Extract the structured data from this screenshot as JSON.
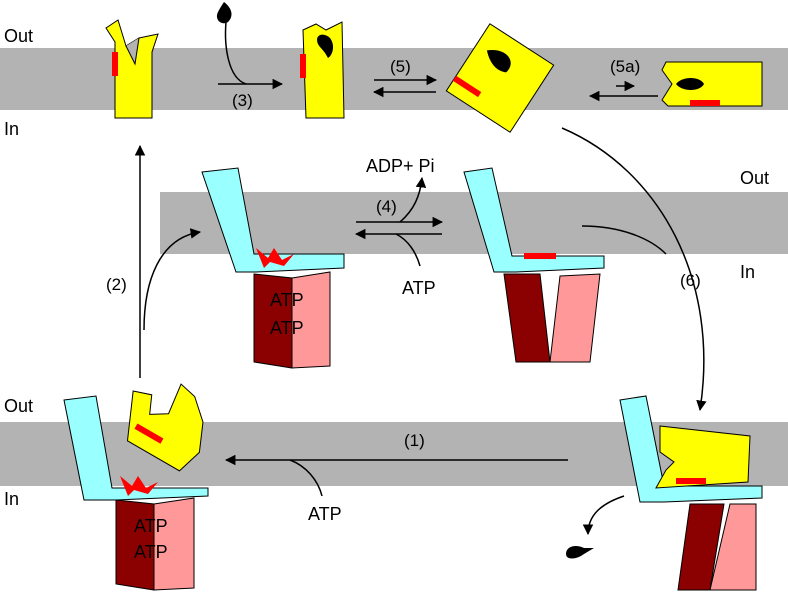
{
  "membrane_labels": {
    "top_out": "Out",
    "top_in": "In",
    "mid_out": "Out",
    "mid_in": "In",
    "bot_out": "Out",
    "bot_in": "In"
  },
  "step_labels": {
    "s1": "(1)",
    "s2": "(2)",
    "s3": "(3)",
    "s4": "(4)",
    "s5": "(5)",
    "s5a": "(5a)",
    "s6": "(6)"
  },
  "molecule_labels": {
    "adp_pi": "ADP+ Pi",
    "atp_mid": "ATP",
    "atp_bottom": "ATP",
    "box_mid_line1": "ATP",
    "box_mid_line2": "ATP",
    "box_bot_line1": "ATP",
    "box_bot_line2": "ATP"
  },
  "colors": {
    "membrane": "#b3b3b3",
    "substrate_binding_protein": "#ffff00",
    "tmd_cyan": "#99ffff",
    "nbd_dark": "#8b0000",
    "nbd_light": "#ff9999",
    "binding_site": "#ff0000",
    "substrate": "#000000"
  }
}
